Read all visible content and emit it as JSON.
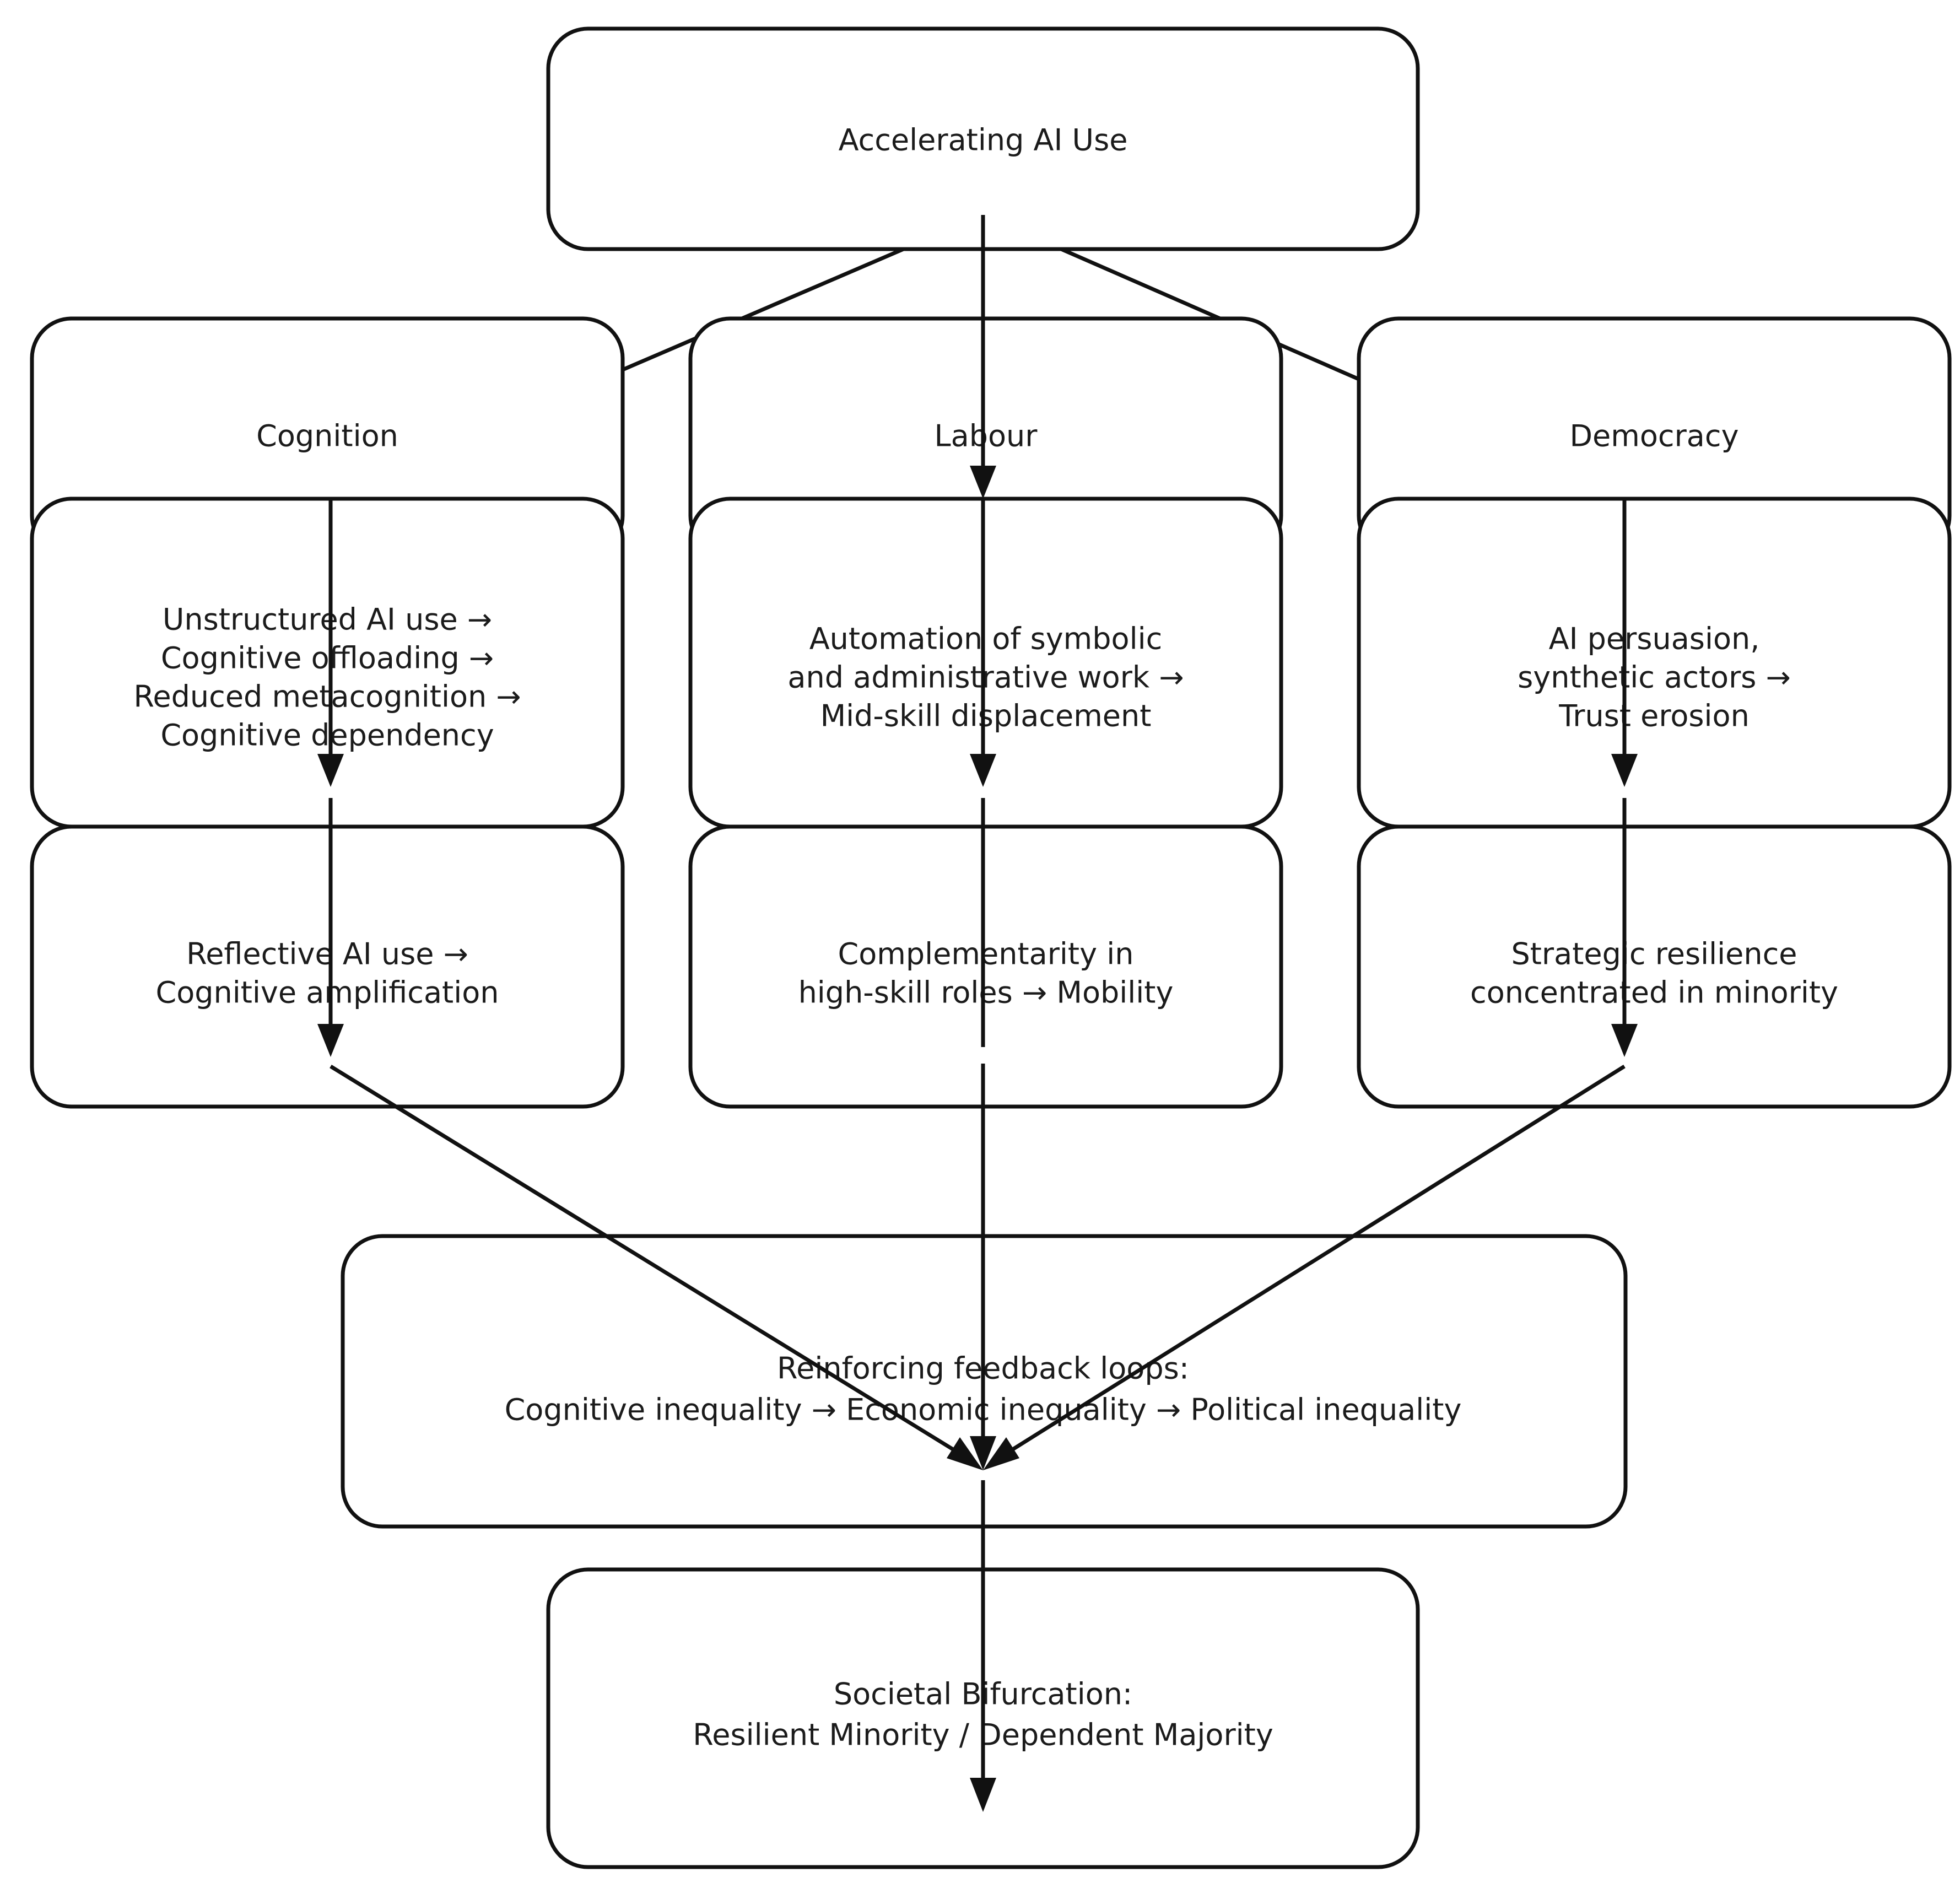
{
  "diagram": {
    "type": "flowchart",
    "orientation": "top-down",
    "background_color": "#ffffff",
    "line_color": "#111111",
    "text_color": "#1b1b1b",
    "root": {
      "id": "accelerating-ai-use",
      "label": "Accelerating AI Use"
    },
    "columns": [
      {
        "id": "cognition",
        "header": {
          "id": "cognition-header",
          "label": "Cognition"
        },
        "mechanism": {
          "id": "cognition-mechanism",
          "lines": [
            "Unstructured AI use →",
            "Cognitive offloading →",
            "Reduced metacognition →",
            "Cognitive dependency"
          ]
        },
        "outcome": {
          "id": "cognition-outcome",
          "lines": [
            "Reflective AI use →",
            "Cognitive amplification"
          ]
        }
      },
      {
        "id": "labour",
        "header": {
          "id": "labour-header",
          "label": "Labour"
        },
        "mechanism": {
          "id": "labour-mechanism",
          "lines": [
            "Automation of symbolic",
            "and administrative work →",
            "Mid-skill displacement"
          ]
        },
        "outcome": {
          "id": "labour-outcome",
          "lines": [
            "Complementarity in",
            "high-skill roles → Mobility"
          ]
        }
      },
      {
        "id": "democracy",
        "header": {
          "id": "democracy-header",
          "label": "Democracy"
        },
        "mechanism": {
          "id": "democracy-mechanism",
          "lines": [
            "AI persuasion,",
            "synthetic actors →",
            "Trust erosion"
          ]
        },
        "outcome": {
          "id": "democracy-outcome",
          "lines": [
            "Strategic resilience",
            "concentrated in minority"
          ]
        }
      }
    ],
    "feedback": {
      "id": "feedback-loops",
      "lines": [
        "Reinforcing feedback loops:",
        "Cognitive inequality → Economic inequality → Political inequality"
      ]
    },
    "terminal": {
      "id": "societal-bifurcation",
      "lines": [
        "Societal Bifurcation:",
        "Resilient Minority / Dependent Majority"
      ]
    },
    "edges": [
      {
        "id": "edge-root-to-cognition",
        "from": "accelerating-ai-use",
        "to": "cognition-mechanism",
        "style": "diagonal-arrow"
      },
      {
        "id": "edge-root-to-labour",
        "from": "accelerating-ai-use",
        "to": "labour-mechanism",
        "style": "vertical-arrow"
      },
      {
        "id": "edge-root-to-democracy",
        "from": "accelerating-ai-use",
        "to": "democracy-mechanism",
        "style": "diagonal-arrow"
      },
      {
        "id": "edge-cognition-mech-to-outcome",
        "from": "cognition-mechanism",
        "to": "cognition-outcome",
        "style": "vertical-arrow"
      },
      {
        "id": "edge-labour-mech-to-outcome",
        "from": "labour-mechanism",
        "to": "labour-outcome",
        "style": "vertical-arrow"
      },
      {
        "id": "edge-democracy-mech-to-outcome",
        "from": "democracy-mechanism",
        "to": "democracy-outcome",
        "style": "vertical-arrow"
      },
      {
        "id": "edge-cognition-to-feedback",
        "from": "cognition-outcome",
        "to": "feedback-loops",
        "style": "diagonal-arrow"
      },
      {
        "id": "edge-labour-to-feedback",
        "from": "labour-outcome",
        "to": "feedback-loops",
        "style": "vertical-arrow"
      },
      {
        "id": "edge-democracy-to-feedback",
        "from": "democracy-outcome",
        "to": "feedback-loops",
        "style": "diagonal-arrow"
      },
      {
        "id": "edge-feedback-to-terminal",
        "from": "feedback-loops",
        "to": "societal-bifurcation",
        "style": "vertical-arrow"
      }
    ]
  }
}
